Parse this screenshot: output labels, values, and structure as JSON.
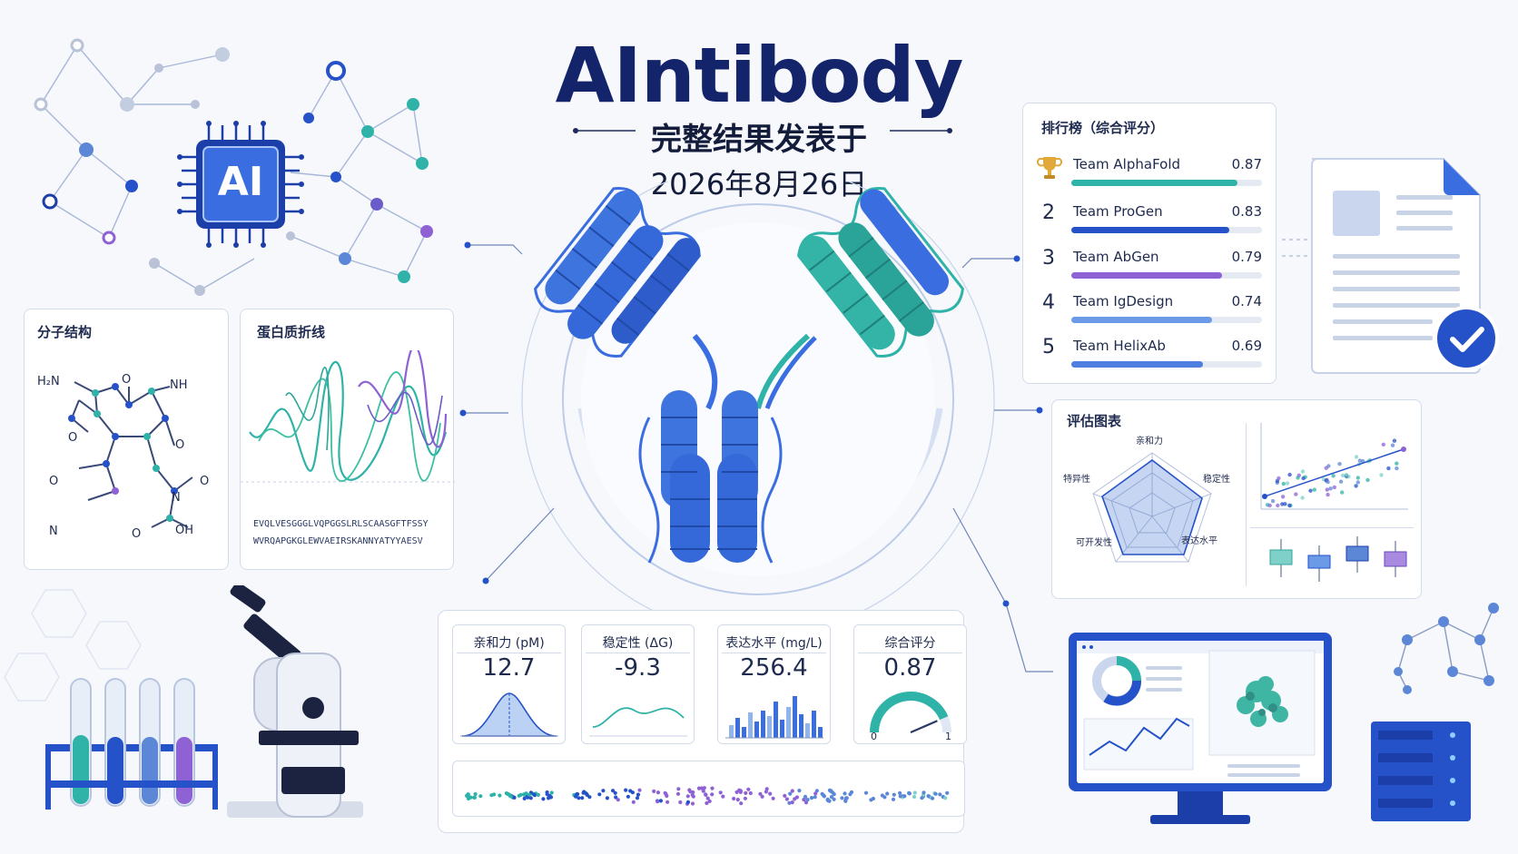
{
  "header": {
    "title": "AIntibody",
    "subtitle": "完整结果发表于",
    "date": "2026年8月26日"
  },
  "chip": {
    "label": "AI"
  },
  "molecule_panel": {
    "title": "分子结构",
    "atoms": [
      "H₂N",
      "O",
      "NH",
      "O",
      "O",
      "O",
      "N",
      "O",
      "N",
      "O",
      "OH"
    ]
  },
  "protein_panel": {
    "title": "蛋白质折线",
    "sequence_line_1": "EVQLVESGGGLVQPGGSLRLSCAASGFTFSSY",
    "sequence_line_2": "WVRQAPGKGLEWVAEIRSKANNYATYYAESV"
  },
  "leaderboard": {
    "title": "排行榜（综合评分）",
    "rows": [
      {
        "rank": "1",
        "rank_icon": "trophy-icon",
        "name": "Team AlphaFold",
        "score": "0.87",
        "fill": 0.87,
        "color": "#2fb3a8"
      },
      {
        "rank": "2",
        "name": "Team ProGen",
        "score": "0.83",
        "fill": 0.83,
        "color": "#2552c8"
      },
      {
        "rank": "3",
        "name": "Team AbGen",
        "score": "0.79",
        "fill": 0.79,
        "color": "#8e62d4"
      },
      {
        "rank": "4",
        "name": "Team IgDesign",
        "score": "0.74",
        "fill": 0.74,
        "color": "#6b9ae6"
      },
      {
        "rank": "5",
        "name": "Team HelixAb",
        "score": "0.69",
        "fill": 0.69,
        "color": "#4e7fe0"
      }
    ]
  },
  "eval_panel": {
    "title": "评估图表",
    "radar_axes": [
      "亲和力",
      "稳定性",
      "表达水平",
      "可开发性",
      "特异性"
    ]
  },
  "metrics": [
    {
      "label": "亲和力 (pM)",
      "value": "12.7"
    },
    {
      "label": "稳定性 (ΔG)",
      "value": "-9.3"
    },
    {
      "label": "表达水平 (mg/L)",
      "value": "256.4"
    },
    {
      "label": "综合评分",
      "value": "0.87"
    }
  ],
  "gauge": {
    "min": "0",
    "max": "1",
    "level": 0.87
  },
  "colors": {
    "navy": "#13246b",
    "blue": "#2552c8",
    "teal": "#2fb3a8",
    "purple": "#8e62d4"
  }
}
